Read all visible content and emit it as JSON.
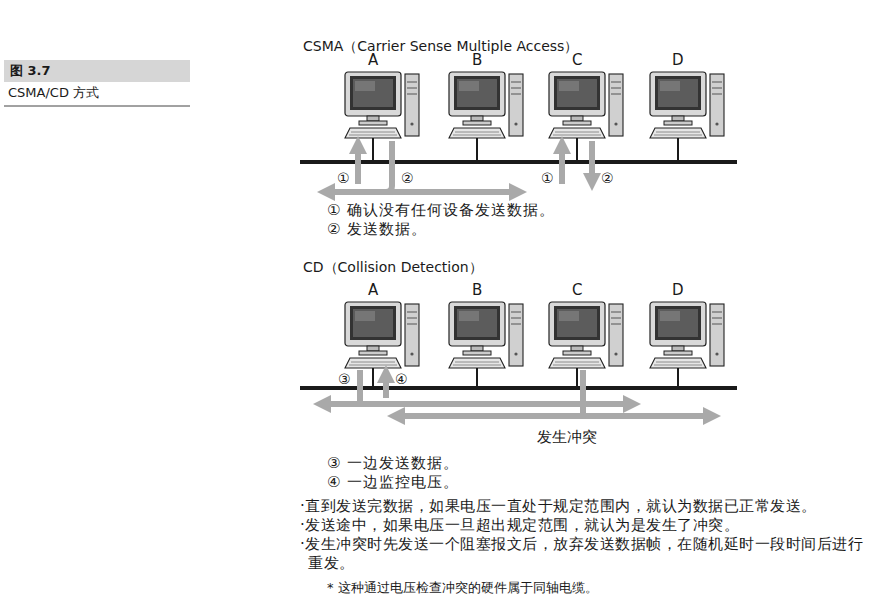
{
  "diagram": {
    "caption": "CSMA/CD 方式",
    "nodes": [
      {
        "text": [
          "图 3.7"
        ]
      }
    ],
    "labels": [
      "CSMA（Carrier Sense Multiple Access）",
      "A",
      "B",
      "C",
      "D",
      "①",
      "②",
      "①",
      "②",
      "① 确认没有任何设备发送数据。",
      "② 发送数据。",
      "CD（Collision Detection）",
      "A",
      "B",
      "C",
      "D",
      "③",
      "④",
      "发生冲突",
      "③ 一边发送数据。",
      "④ 一边监控电压。",
      "·直到发送完数据，如果电压一直处于规定范围内，就认为数据已正常发送。",
      "·发送途中，如果电压一旦超出规定范围，就认为是发生了冲突。",
      "·发生冲突时先发送一个阻塞报文后，放弃发送数据帧，在随机延时一段时间后进行重发。",
      "* 这种通过电压检查冲突的硬件属于同轴电缆。"
    ]
  }
}
